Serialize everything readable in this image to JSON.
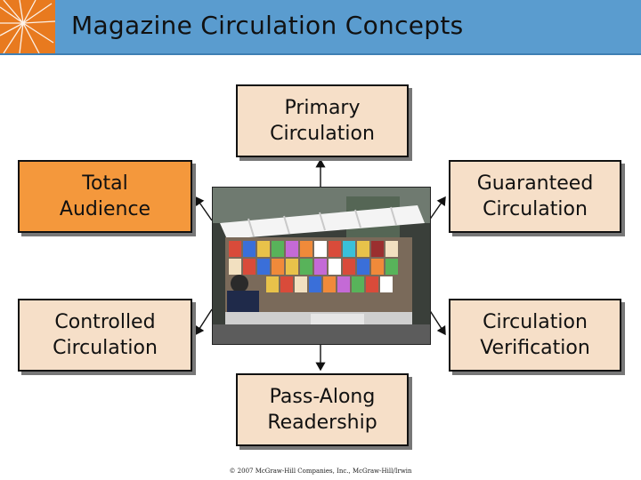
{
  "title": "Magazine Circulation Concepts",
  "boxes": {
    "primary": "Primary\nCirculation",
    "total": "Total\nAudience",
    "guaranteed": "Guaranteed\nCirculation",
    "controlled": "Controlled\nCirculation",
    "verification": "Circulation\nVerification",
    "pass_along": "Pass-Along\nReadership"
  },
  "footer": "© 2007 McGraw-Hill Companies, Inc., McGraw-Hill/Irwin",
  "colors": {
    "header": "#5a9ccf",
    "logo": "#e87a1f",
    "box": "#f6dfc8",
    "highlight_box": "#f4983c"
  },
  "icons": {
    "logo": "starburst-logo",
    "photo": "newsstand-photo"
  }
}
